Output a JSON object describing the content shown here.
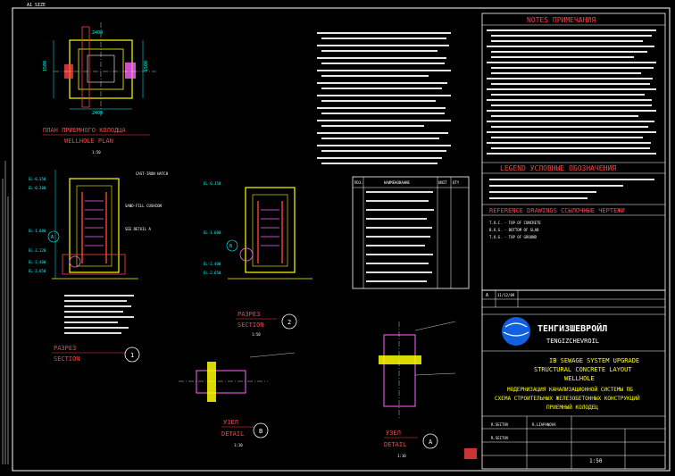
{
  "sheet_tag": "A1 SIZE",
  "plan": {
    "title_ru": "ПЛАН ПРИЕМНОГО КОЛОДЦА",
    "title_en": "WELLHOLE PLAN",
    "scale": "1:50",
    "dims": [
      "1500",
      "2400",
      "1500",
      "2400"
    ]
  },
  "section_left": {
    "title_ru": "РАЗРЕЗ",
    "title_en": "SECTION",
    "marker": "1",
    "levels": [
      "EL-0.350",
      "EL-0.200",
      "EL-1.600",
      "EL-2.120",
      "EL-2.400",
      "EL-2.650"
    ],
    "callouts": [
      "SAND-FILL CUSHION",
      "CAST-IRON HATCH",
      "SEE DETAIL A"
    ],
    "marker_a": "A"
  },
  "section_right": {
    "title_ru": "РАЗРЕЗ",
    "title_en": "SECTION",
    "marker": "2",
    "scale": "1:50",
    "levels": [
      "EL-0.350",
      "EL-1.600",
      "EL-2.400",
      "EL-2.650"
    ],
    "marker_b": "B"
  },
  "detail_b": {
    "title_ru": "УЗЕЛ",
    "title_en": "DETAIL",
    "marker": "B",
    "scale": "1:10"
  },
  "detail_a": {
    "title_ru": "УЗЕЛ",
    "title_en": "DETAIL",
    "marker": "A",
    "scale": "1:10"
  },
  "notes": {
    "header": "NOTES ПРИМЕЧАНИЯ",
    "legend_header": "LEGEND УСЛОВНЫЕ ОБОЗНАЧЕНИЯ",
    "refdraw_header": "REFERENCE DRAWINGS ССЫЛОЧНЫЕ ЧЕРТЕЖИ",
    "abbr": [
      "T.O.C. - TOP OF CONCRETE",
      "B.O.S. - BOTTOM OF SLAB",
      "T.O.G. - TOP OF GROUND"
    ]
  },
  "spec_table": {
    "header": [
      "ПОЗ.",
      "НАИМЕНОВАНИЕ",
      "UNIT",
      "QTY"
    ]
  },
  "title_block": {
    "revision": "A",
    "date": "11/12/09",
    "company_ru": "ТЕНГИЗШЕВРОЙЛ",
    "company_en": "TENGIZCHEVROIL",
    "project_en": "IB SEWAGE SYSTEM UPGRADE",
    "drawing_en_1": "STRUCTURAL CONCRETE LAYOUT",
    "drawing_en_2": "WELLHOLE",
    "project_ru": "МОДЕРНИЗАЦИЯ КАНАЛИЗАЦИОННОЙ СИСТЕМЫ ПБ",
    "drawing_ru_1": "СХЕМА СТРОИТЕЛЬНЫХ ЖЕЛЕЗОБЕТОННЫХ КОНСТРУКЦИЙ",
    "drawing_ru_2": "ПРИЕМНЫЙ КОЛОДЕЦ",
    "drawn_by_1": "R.SEITOV",
    "drawn_by_2": "R.SEITOV",
    "checked_by": "R.LIAPANOVA",
    "scale": "1:50"
  },
  "colors": {
    "background": "#000000",
    "frame": "#ffffff",
    "concrete": "#ffff00",
    "rebar": "#ff4040",
    "pipe": "#ff66ff",
    "dim": "#00ffff",
    "logo_blue": "#1060e0"
  }
}
